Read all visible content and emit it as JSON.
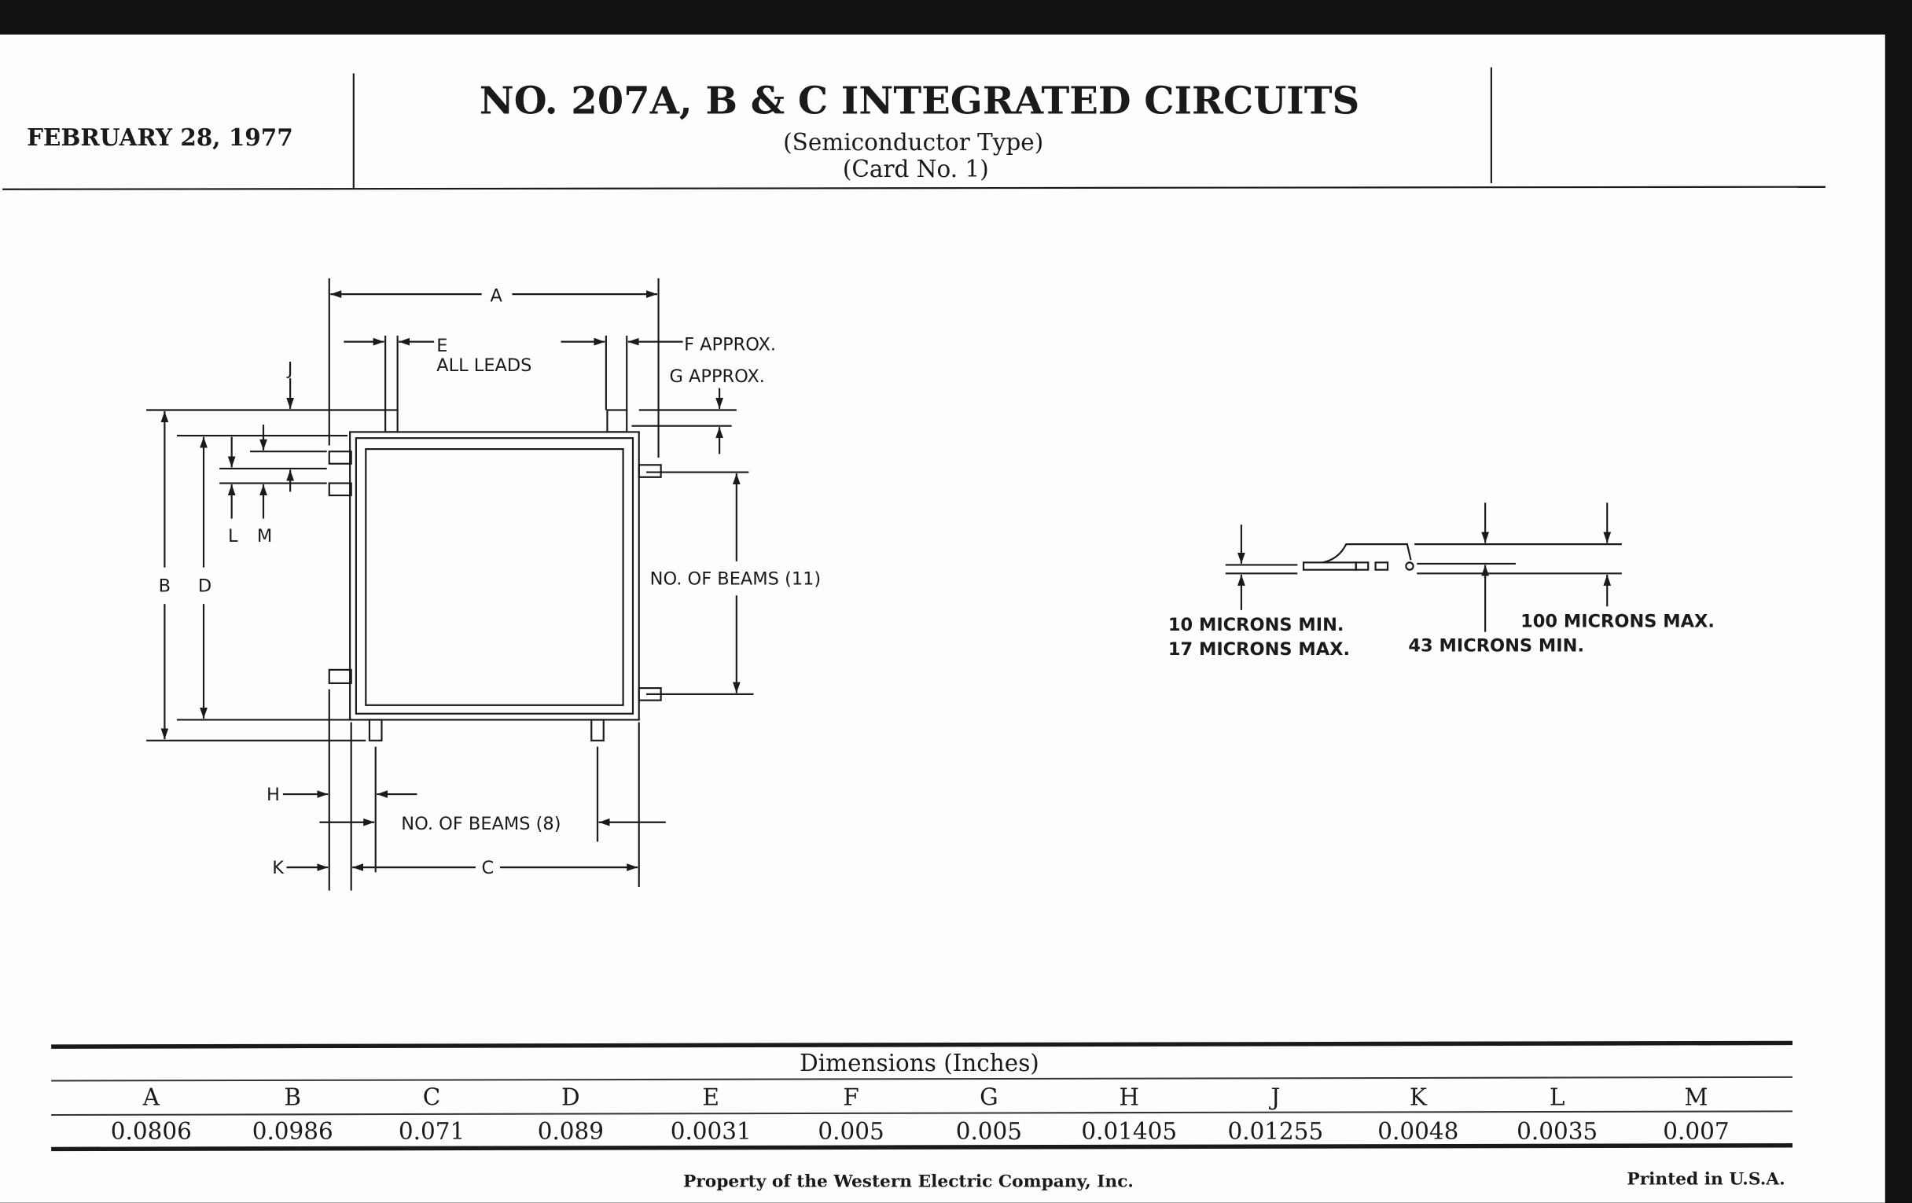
{
  "header": {
    "date": "FEBRUARY 28, 1977",
    "title": "NO. 207A, B & C INTEGRATED CIRCUITS",
    "subtitle": "(Semiconductor Type)",
    "card": "(Card No. 1)"
  },
  "plan_view": {
    "label_a": "A",
    "label_b": "B",
    "label_c": "C",
    "label_d": "D",
    "label_e": "E",
    "all_leads": "ALL LEADS",
    "f_approx": "F APPROX.",
    "g_approx": "G APPROX.",
    "label_h": "H",
    "label_j": "J",
    "label_k": "K",
    "label_l": "L",
    "label_m": "M",
    "beams_side": "NO. OF BEAMS (11)",
    "beams_bottom": "NO. OF BEAMS (8)"
  },
  "profile_view": {
    "min10": "10 MICRONS MIN.",
    "max17": "17 MICRONS MAX.",
    "min43": "43 MICRONS MIN.",
    "max100": "100 MICRONS MAX."
  },
  "table": {
    "title": "Dimensions (Inches)",
    "headers": [
      "A",
      "B",
      "C",
      "D",
      "E",
      "F",
      "G",
      "H",
      "J",
      "K",
      "L",
      "M"
    ],
    "values": [
      "0.0806",
      "0.0986",
      "0.071",
      "0.089",
      "0.0031",
      "0.005",
      "0.005",
      "0.01405",
      "0.01255",
      "0.0048",
      "0.0035",
      "0.007"
    ]
  },
  "footer": {
    "property": "Property of the Western Electric Company, Inc.",
    "printed": "Printed in U.S.A."
  }
}
